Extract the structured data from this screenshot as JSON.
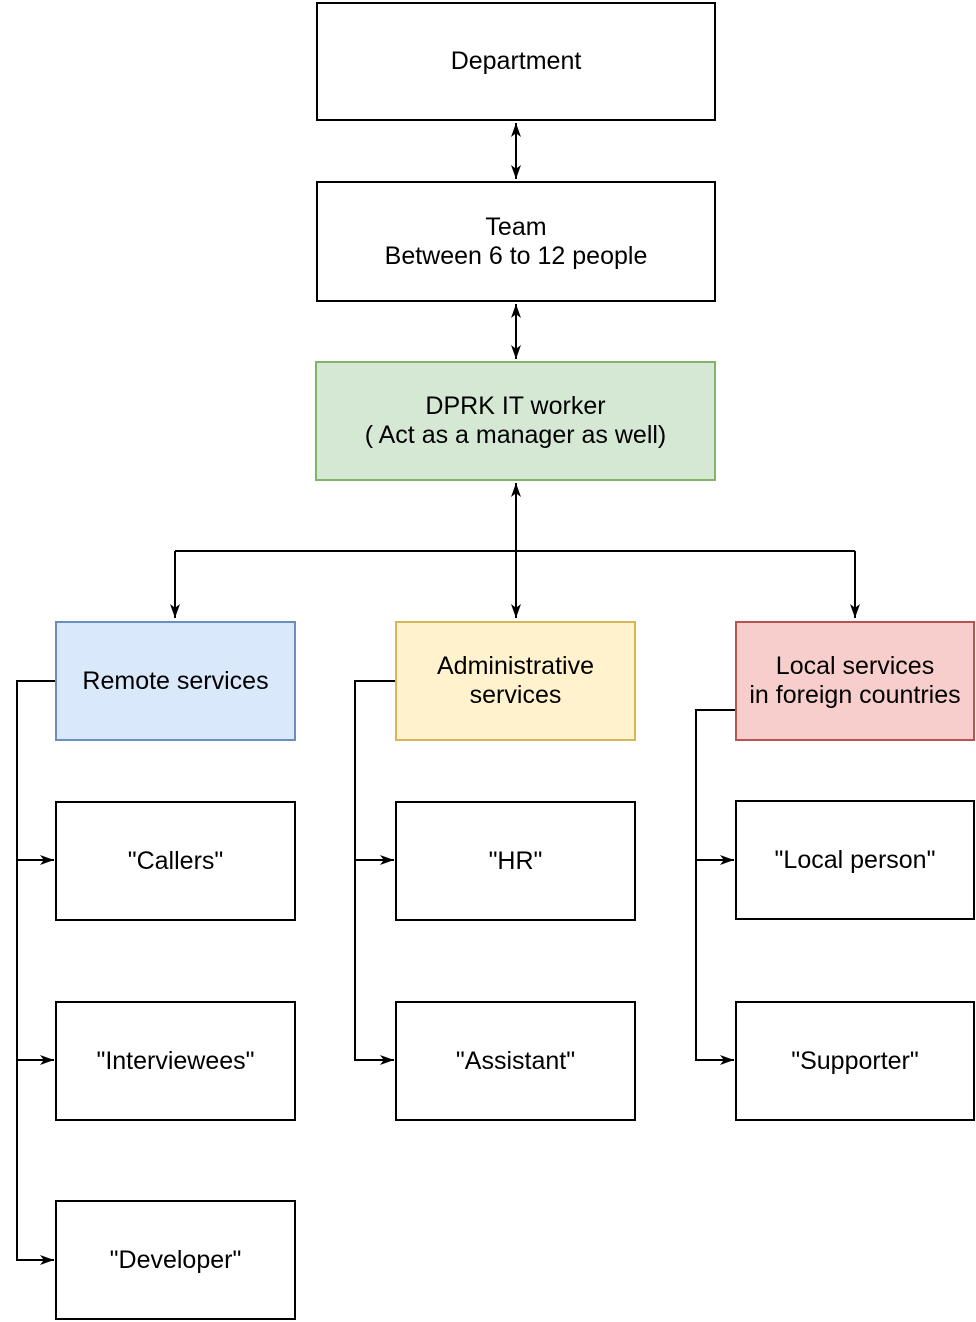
{
  "diagram": {
    "type": "org-flowchart",
    "background_color": "#ffffff",
    "connector_color": "#000000",
    "text_color": "#000000",
    "nodes": {
      "department": {
        "lines": [
          "Department"
        ],
        "fill": "#ffffff",
        "border": "#000000"
      },
      "team": {
        "lines": [
          "Team",
          "Between 6 to 12 people"
        ],
        "fill": "#ffffff",
        "border": "#000000"
      },
      "dprk_it_worker": {
        "lines": [
          "DPRK IT worker",
          "( Act as a manager as well)"
        ],
        "fill": "#d5e8d4",
        "border": "#82b366"
      },
      "remote_services": {
        "lines": [
          "Remote services"
        ],
        "fill": "#dae8fc",
        "border": "#6c8ebf"
      },
      "administrative_services": {
        "lines": [
          "Administrative",
          "services"
        ],
        "fill": "#fff2cc",
        "border": "#d6b656"
      },
      "local_services": {
        "lines": [
          "Local services",
          "in foreign countries"
        ],
        "fill": "#f8cecc",
        "border": "#b85450"
      },
      "callers": {
        "lines": [
          "\"Callers\""
        ],
        "fill": "#ffffff",
        "border": "#000000"
      },
      "interviewees": {
        "lines": [
          "\"Interviewees\""
        ],
        "fill": "#ffffff",
        "border": "#000000"
      },
      "developer": {
        "lines": [
          "\"Developer\""
        ],
        "fill": "#ffffff",
        "border": "#000000"
      },
      "hr": {
        "lines": [
          "\"HR\""
        ],
        "fill": "#ffffff",
        "border": "#000000"
      },
      "assistant": {
        "lines": [
          "\"Assistant\""
        ],
        "fill": "#ffffff",
        "border": "#000000"
      },
      "local_person": {
        "lines": [
          "\"Local person\""
        ],
        "fill": "#ffffff",
        "border": "#000000"
      },
      "supporter": {
        "lines": [
          "\"Supporter\""
        ],
        "fill": "#ffffff",
        "border": "#000000"
      }
    },
    "edges": [
      {
        "from": "Department",
        "to": "Team",
        "type": "bidirectional"
      },
      {
        "from": "Team",
        "to": "DPRK IT worker",
        "type": "bidirectional"
      },
      {
        "from": "DPRK IT worker",
        "to": "Remote services",
        "type": "arrow"
      },
      {
        "from": "DPRK IT worker",
        "to": "Administrative services",
        "type": "bidirectional"
      },
      {
        "from": "DPRK IT worker",
        "to": "Local services in foreign countries",
        "type": "arrow"
      },
      {
        "from": "Remote services",
        "to": "\"Callers\"",
        "type": "arrow"
      },
      {
        "from": "Remote services",
        "to": "\"Interviewees\"",
        "type": "arrow"
      },
      {
        "from": "Remote services",
        "to": "\"Developer\"",
        "type": "arrow"
      },
      {
        "from": "Administrative services",
        "to": "\"HR\"",
        "type": "arrow"
      },
      {
        "from": "Administrative services",
        "to": "\"Assistant\"",
        "type": "arrow"
      },
      {
        "from": "Local services in foreign countries",
        "to": "\"Local person\"",
        "type": "arrow"
      },
      {
        "from": "Local services in foreign countries",
        "to": "\"Supporter\"",
        "type": "arrow"
      }
    ]
  }
}
